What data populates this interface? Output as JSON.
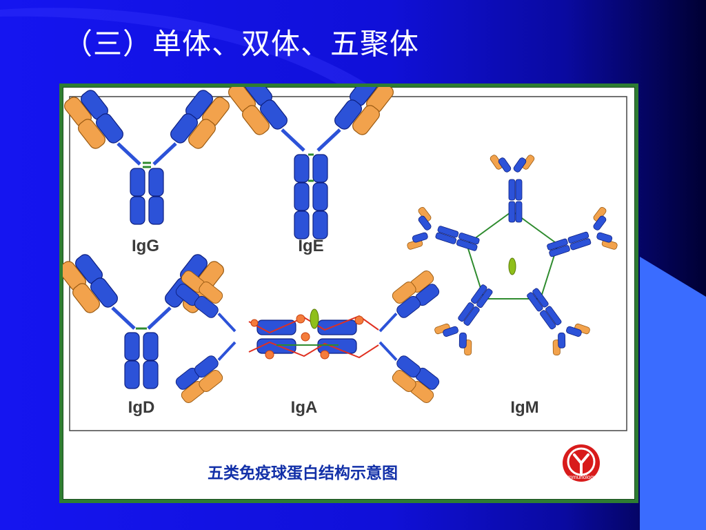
{
  "slide": {
    "title": "（三）单体、双体、五聚体"
  },
  "figure": {
    "caption": "五类免疫球蛋白结构示意图",
    "labels": {
      "igg": "IgG",
      "ige": "IgE",
      "igd": "IgD",
      "iga": "IgA",
      "igm": "IgM"
    },
    "logo_text": "Immunology"
  },
  "colors": {
    "heavy_chain": "#2c52d8",
    "light_chain": "#f2a24c",
    "disulfide": "#2e8b2e",
    "j_chain": "#8fbf1a",
    "secretory_component": "#e03020",
    "frame": "#2e7d32",
    "caption": "#1230a8",
    "logo": "#d81b1b"
  }
}
